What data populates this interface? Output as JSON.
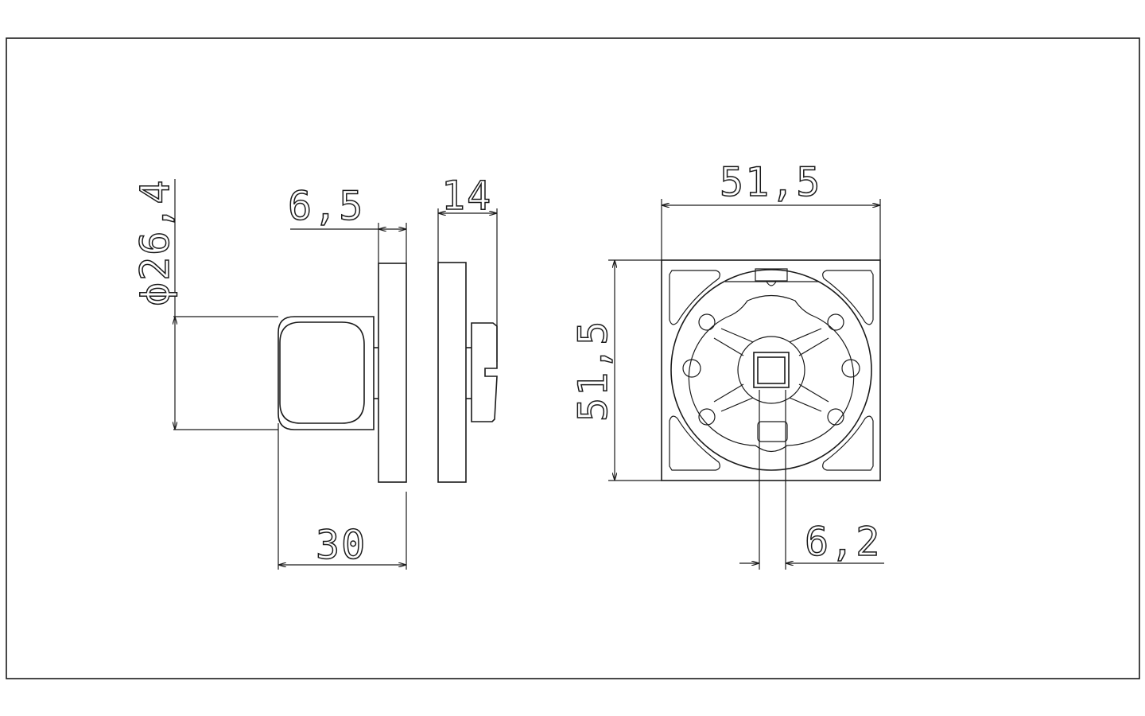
{
  "drawing": {
    "dimensions": {
      "knob_diameter": "ϕ26,4",
      "plate_thickness": "6,5",
      "depth": "14",
      "projection": "30",
      "width": "51,5",
      "height": "51,5",
      "slot_width": "6,2"
    }
  }
}
